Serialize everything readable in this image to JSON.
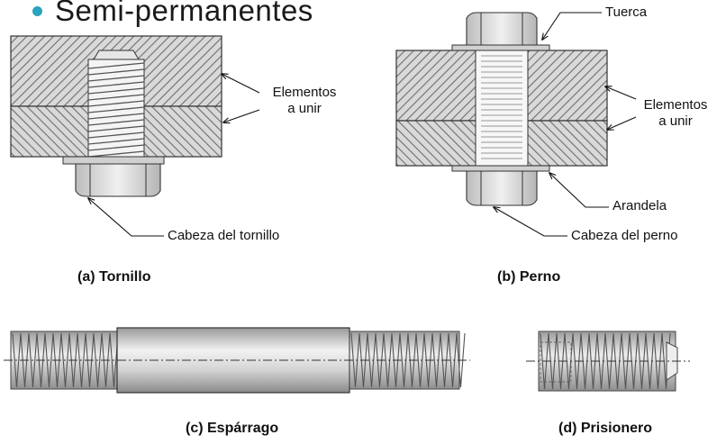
{
  "header": {
    "title": "Semi-permanentes"
  },
  "figures": {
    "tornillo": {
      "caption": "(a) Tornillo",
      "label_elements": "Elementos\na unir",
      "label_elements_l1": "Elementos",
      "label_elements_l2": "a unir",
      "label_head": "Cabeza del tornillo"
    },
    "perno": {
      "caption": "(b) Perno",
      "label_nut": "Tuerca",
      "label_elements_l1": "Elementos",
      "label_elements_l2": "a unir",
      "label_washer": "Arandela",
      "label_head": "Cabeza del perno"
    },
    "esparrago": {
      "caption": "(c) Espárrago"
    },
    "prisionero": {
      "caption": "(d) Prisionero"
    }
  },
  "colors": {
    "bullet": "#2aa3bf",
    "hatch_fill": "#bfbfbf",
    "metal": "#c9c9c9"
  }
}
